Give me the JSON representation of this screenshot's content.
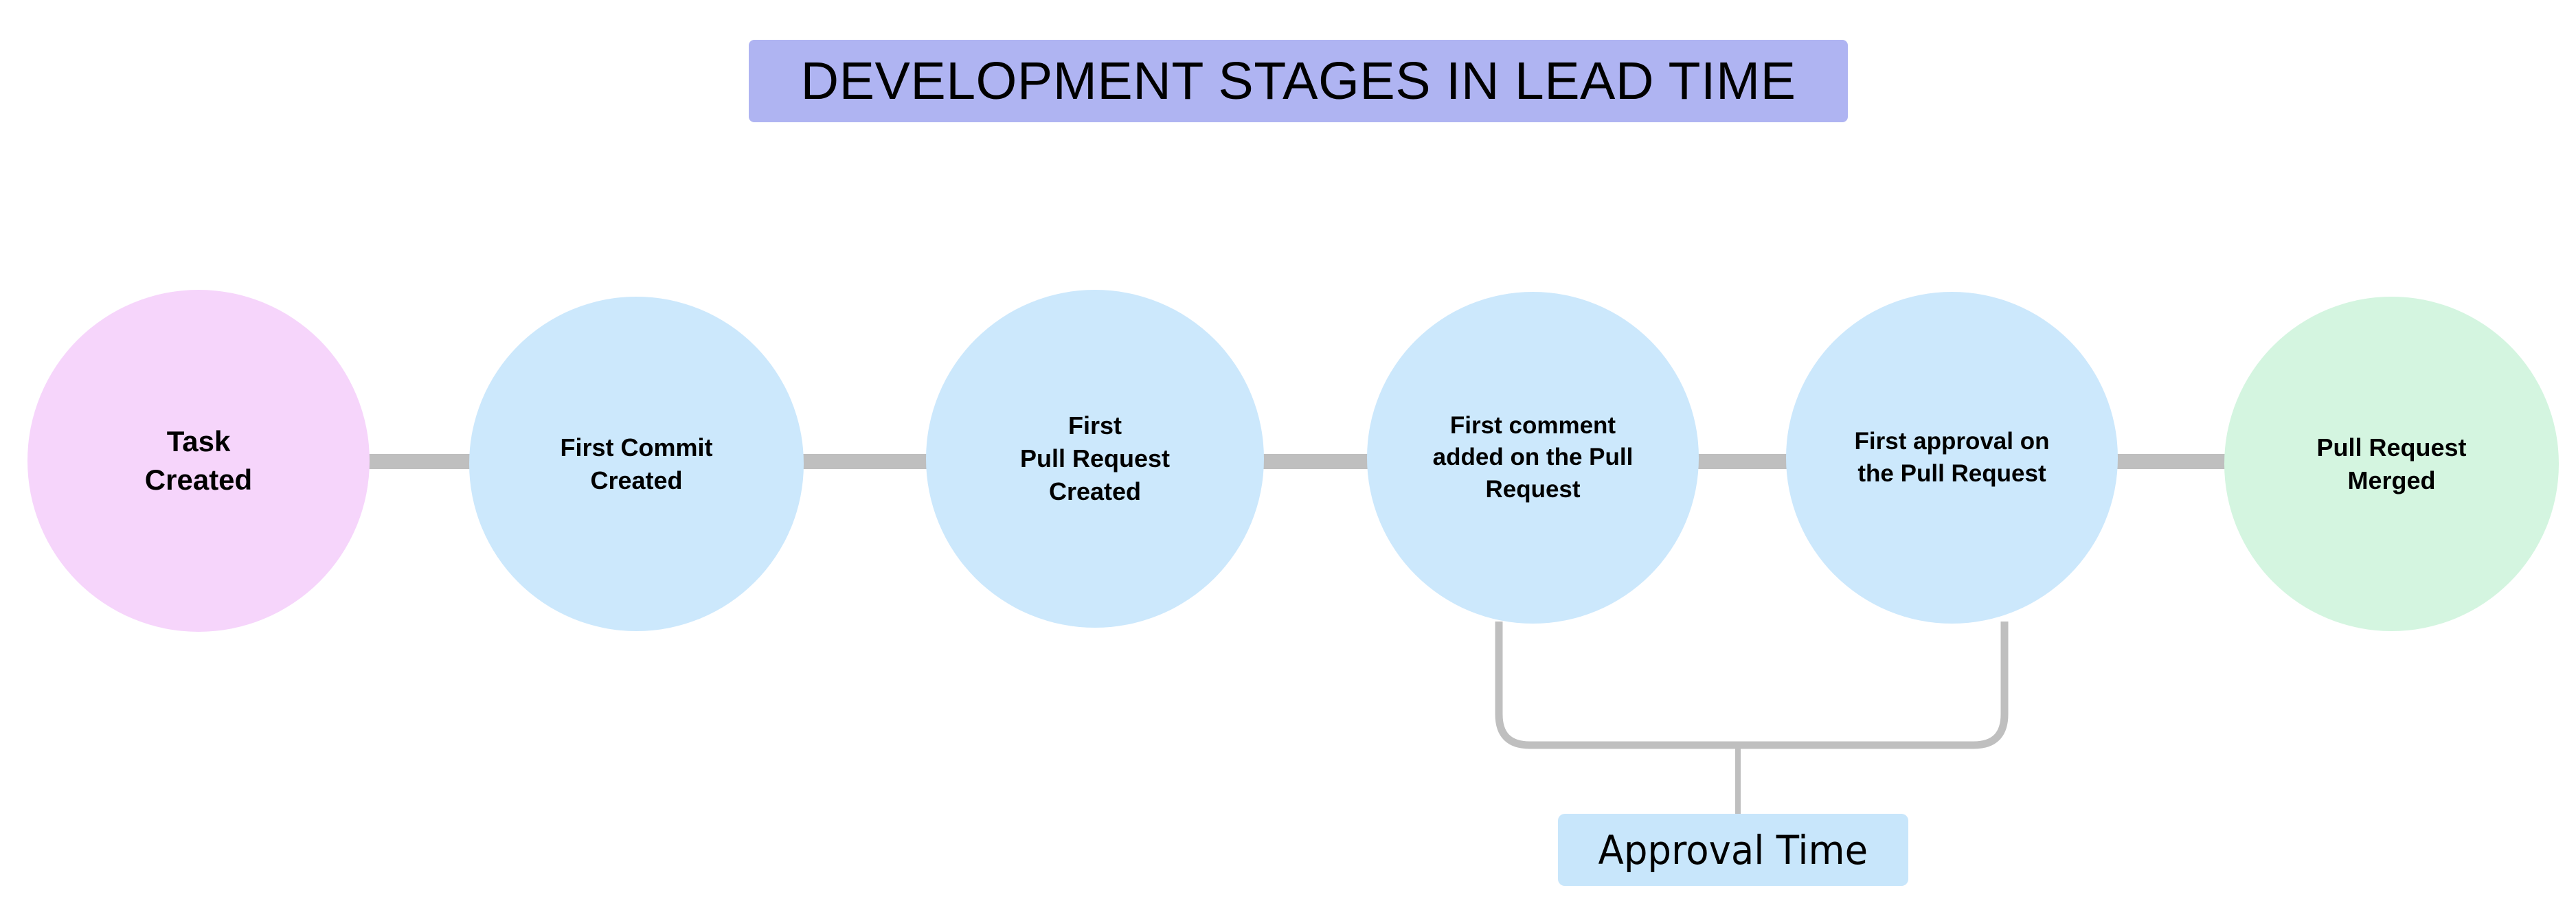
{
  "title": {
    "text": "DEVELOPMENT STAGES IN LEAD TIME",
    "banner_color": "#AFB4F2",
    "text_color": "#000000"
  },
  "colors": {
    "background": "#FFFFFF",
    "start_circle": "#F6D5FB",
    "middle_circle": "#CCE8FC",
    "end_circle": "#D4F5E0",
    "connector": "#BFBFBF",
    "bracket": "#BFBFBF",
    "approval_label_bg": "#C8E6FB"
  },
  "stages": [
    {
      "id": "task-created",
      "label": "Task\nCreated",
      "color": "#F6D5FB"
    },
    {
      "id": "first-commit-created",
      "label": "First Commit\nCreated",
      "color": "#CCE8FC"
    },
    {
      "id": "first-pull-request-created",
      "label": "First\nPull Request\nCreated",
      "color": "#CCE8FC"
    },
    {
      "id": "first-comment-on-pr",
      "label": "First comment\nadded on the Pull\nRequest",
      "color": "#CCE8FC"
    },
    {
      "id": "first-approval-on-pr",
      "label": "First approval on\nthe Pull Request",
      "color": "#CCE8FC"
    },
    {
      "id": "pull-request-merged",
      "label": "Pull Request\nMerged",
      "color": "#D4F5E0"
    }
  ],
  "annotation": {
    "label": "Approval Time",
    "spans_from": "first-comment-on-pr",
    "spans_to": "first-approval-on-pr"
  }
}
